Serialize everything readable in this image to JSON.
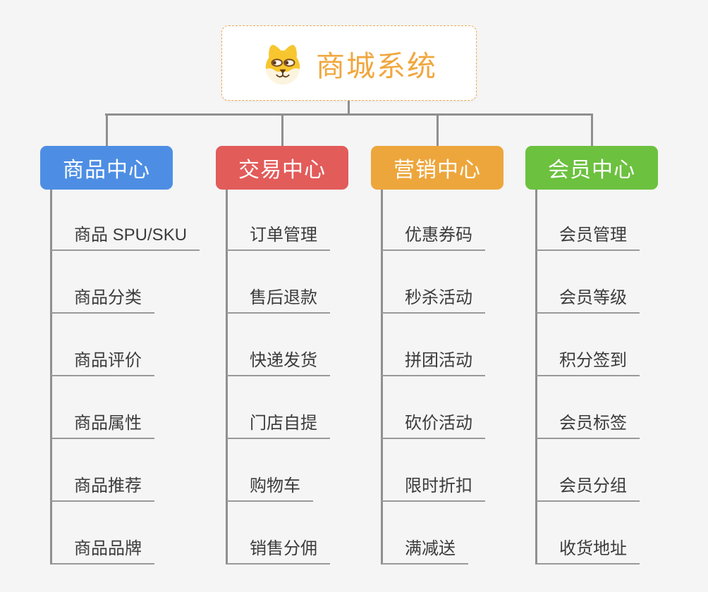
{
  "root": {
    "title": "商城系统",
    "icon": "dog-face-icon",
    "title_color": "#f0a73e",
    "border_color": "#f0a850"
  },
  "branches": [
    {
      "label": "商品中心",
      "color": "#4d8ee4",
      "children": [
        "商品 SPU/SKU",
        "商品分类",
        "商品评价",
        "商品属性",
        "商品推荐",
        "商品品牌"
      ]
    },
    {
      "label": "交易中心",
      "color": "#e25c5a",
      "children": [
        "订单管理",
        "售后退款",
        "快递发货",
        "门店自提",
        "购物车",
        "销售分佣"
      ]
    },
    {
      "label": "营销中心",
      "color": "#eda63c",
      "children": [
        "优惠券码",
        "秒杀活动",
        "拼团活动",
        "砍价活动",
        "限时折扣",
        "满减送"
      ]
    },
    {
      "label": "会员中心",
      "color": "#6cc13f",
      "children": [
        "会员管理",
        "会员等级",
        "积分签到",
        "会员标签",
        "会员分组",
        "收货地址"
      ]
    }
  ],
  "colors": {
    "background": "#f5f5f5",
    "connector": "#8f8f8f",
    "underline": "#999999",
    "child_text": "#3b3b3b"
  }
}
